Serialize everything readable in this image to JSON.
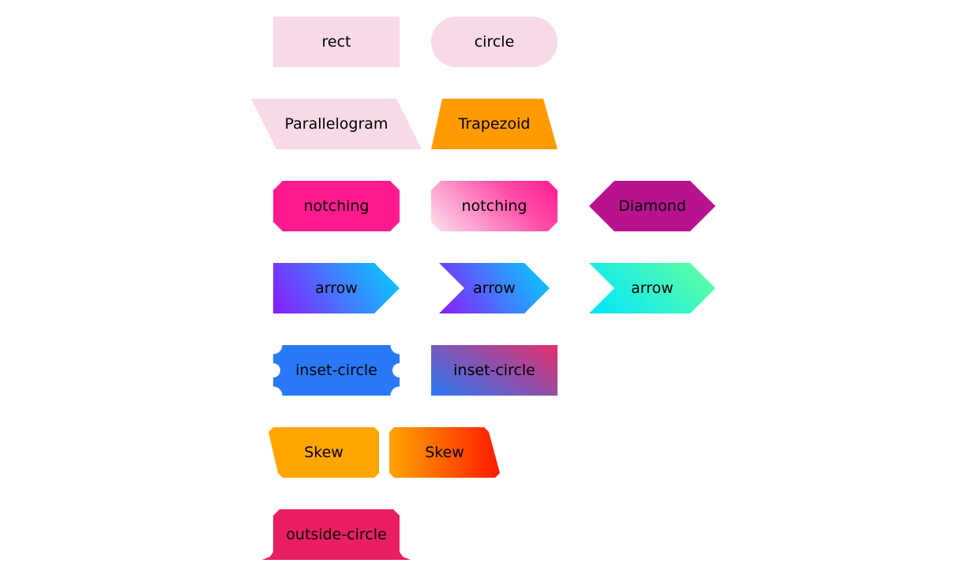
{
  "shapes": {
    "rect": "rect",
    "circle": "circle",
    "parallelogram": "Parallelogram",
    "trapezoid": "Trapezoid",
    "notching_1": "notching",
    "notching_2": "notching",
    "diamond": "Diamond",
    "arrow_1": "arrow",
    "arrow_2": "arrow",
    "arrow_3": "arrow",
    "inset_circle_1": "inset-circle",
    "inset_circle_2": "inset-circle",
    "skew_1": "Skew",
    "skew_2": "Skew",
    "outside_circle": "outside-circle"
  },
  "colors": {
    "pink_light": "#f8d9e7",
    "orange": "#ff9a00",
    "hot_pink": "#ff1a90",
    "magenta": "#b8128f",
    "purple": "#8a1bff",
    "cyan": "#00d4ff",
    "green": "#66ff99",
    "blue": "#2979f6",
    "crimson": "#e62e6b",
    "amber": "#ffa500",
    "red": "#ff1a00",
    "rose": "#e91e63"
  }
}
